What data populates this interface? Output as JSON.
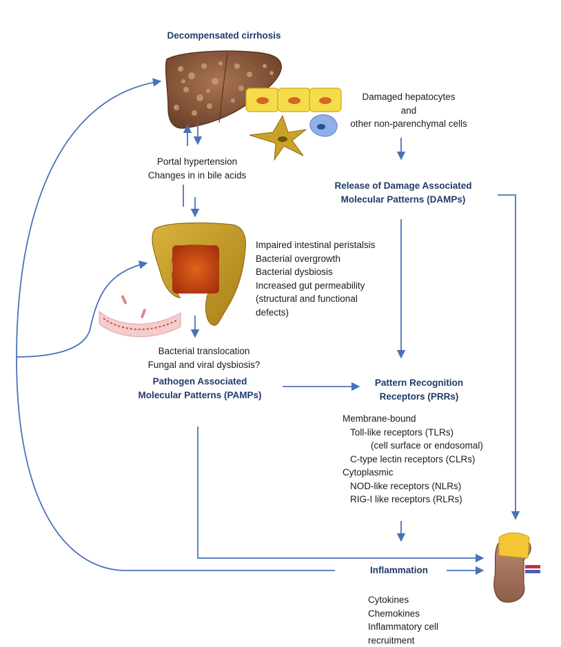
{
  "title": "Decompensated cirrhosis",
  "damaged": [
    "Damaged hepatocytes",
    "and",
    "other non-parenchymal cells"
  ],
  "portal": [
    "Portal hypertension",
    "Changes in in bile acids"
  ],
  "damps": [
    "Release of Damage Associated",
    "Molecular Patterns (DAMPs)"
  ],
  "gut_effects": [
    "Impaired intestinal peristalsis",
    "Bacterial overgrowth",
    "Bacterial dysbiosis",
    "Increased gut permeability",
    "(structural and functional",
    "defects)"
  ],
  "translocation": [
    "Bacterial translocation",
    "Fungal and viral dysbiosis?"
  ],
  "pamps": [
    "Pathogen Associated",
    "Molecular Patterns (PAMPs)"
  ],
  "prrs": [
    "Pattern Recognition",
    "Receptors (PRRs)"
  ],
  "prr_list": [
    "Membrane-bound",
    "Toll-like receptors (TLRs)",
    "(cell surface or endosomal)",
    "C-type lectin receptors (CLRs)",
    "Cytoplasmic",
    "NOD-like receptors (NLRs)",
    "RIG-I like receptors (RLRs)"
  ],
  "inflammation": "Inflammation",
  "inflammation_list": [
    "Cytokines",
    "Chemokines",
    "Inflammatory cell",
    "recruitment"
  ],
  "colors": {
    "arrow": "#4a72b8",
    "heading": "#1f3a68",
    "liver": "#8a5a3c",
    "colon": "#c9a227",
    "hepatocyte": "#f5dc4a"
  }
}
